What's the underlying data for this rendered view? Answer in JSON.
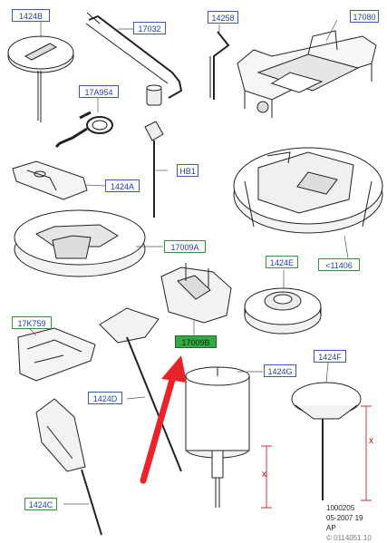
{
  "callouts": [
    {
      "label": "1424B",
      "style": "blue"
    },
    {
      "label": "17032",
      "style": "blue"
    },
    {
      "label": "14258",
      "style": "blue"
    },
    {
      "label": "17080",
      "style": "blue"
    },
    {
      "label": "17A954",
      "style": "blue"
    },
    {
      "label": "HB1",
      "style": "blue"
    },
    {
      "label": "1424A",
      "style": "blue"
    },
    {
      "label": "17009A",
      "style": "green"
    },
    {
      "label": "1424E",
      "style": "green"
    },
    {
      "label": "<11406",
      "style": "green"
    },
    {
      "label": "17K759",
      "style": "green"
    },
    {
      "label": "17009B",
      "style": "greenfill"
    },
    {
      "label": "1424D",
      "style": "blue"
    },
    {
      "label": "1424G",
      "style": "blue"
    },
    {
      "label": "1424F",
      "style": "blue"
    },
    {
      "label": "1424C",
      "style": "green"
    }
  ],
  "dimension_marks": {
    "left": "x",
    "right": "x"
  },
  "footer": {
    "code": "1000205",
    "date": "05-2007 19",
    "region": "AP",
    "copyright": "© 0114051 10"
  },
  "colors": {
    "highlight_arrow": "#e8242a",
    "callout_blue": "#3b57c8",
    "callout_green": "#2f9a2f"
  }
}
